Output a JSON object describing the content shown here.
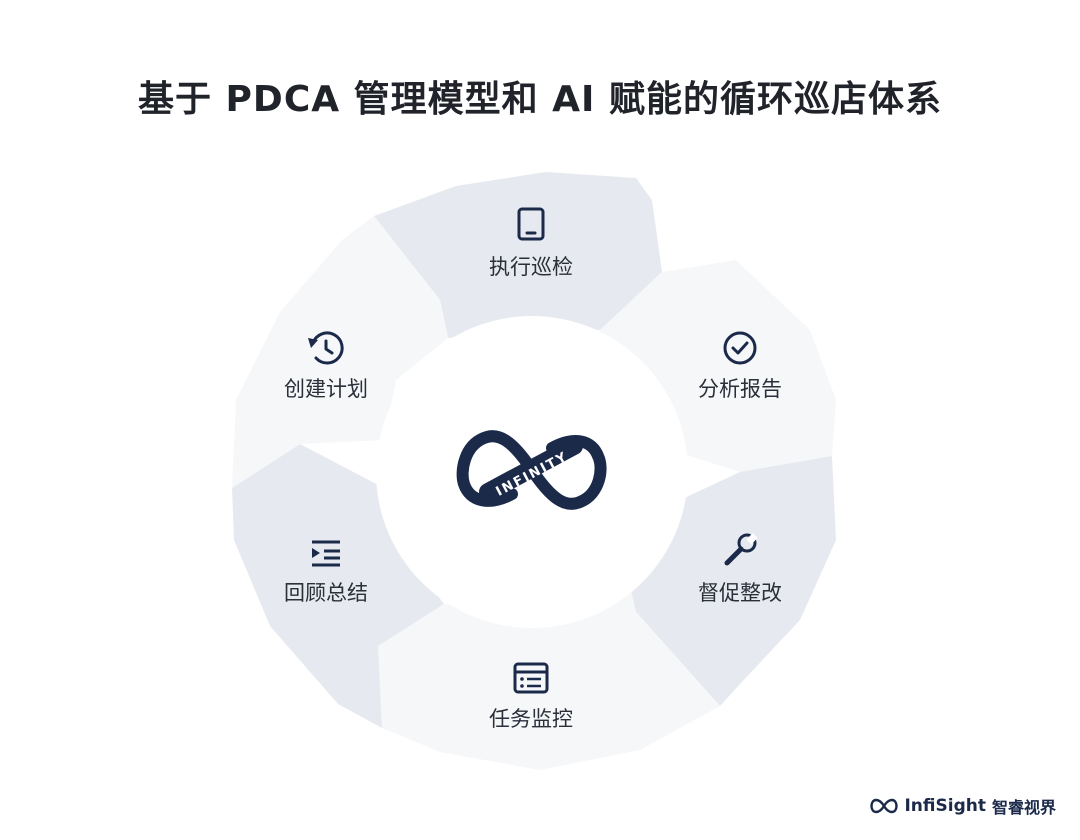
{
  "title": "基于 PDCA 管理模型和 AI 赋能的循环巡店体系",
  "cycle": {
    "center_text": "INFINITY",
    "segments": [
      {
        "label": "执行巡检",
        "icon": "tablet-icon"
      },
      {
        "label": "分析报告",
        "icon": "check-circle-icon"
      },
      {
        "label": "督促整改",
        "icon": "wrench-icon"
      },
      {
        "label": "任务监控",
        "icon": "list-window-icon"
      },
      {
        "label": "回顾总结",
        "icon": "playlist-icon"
      },
      {
        "label": "创建计划",
        "icon": "history-icon"
      }
    ]
  },
  "brand": {
    "name": "InfiSight",
    "cn": "智睿视界"
  },
  "colors": {
    "accent": "#1c2a4a",
    "segment_dark": "#e6e9ef",
    "segment_light": "#f6f7f9",
    "text": "#2b2f3a"
  }
}
